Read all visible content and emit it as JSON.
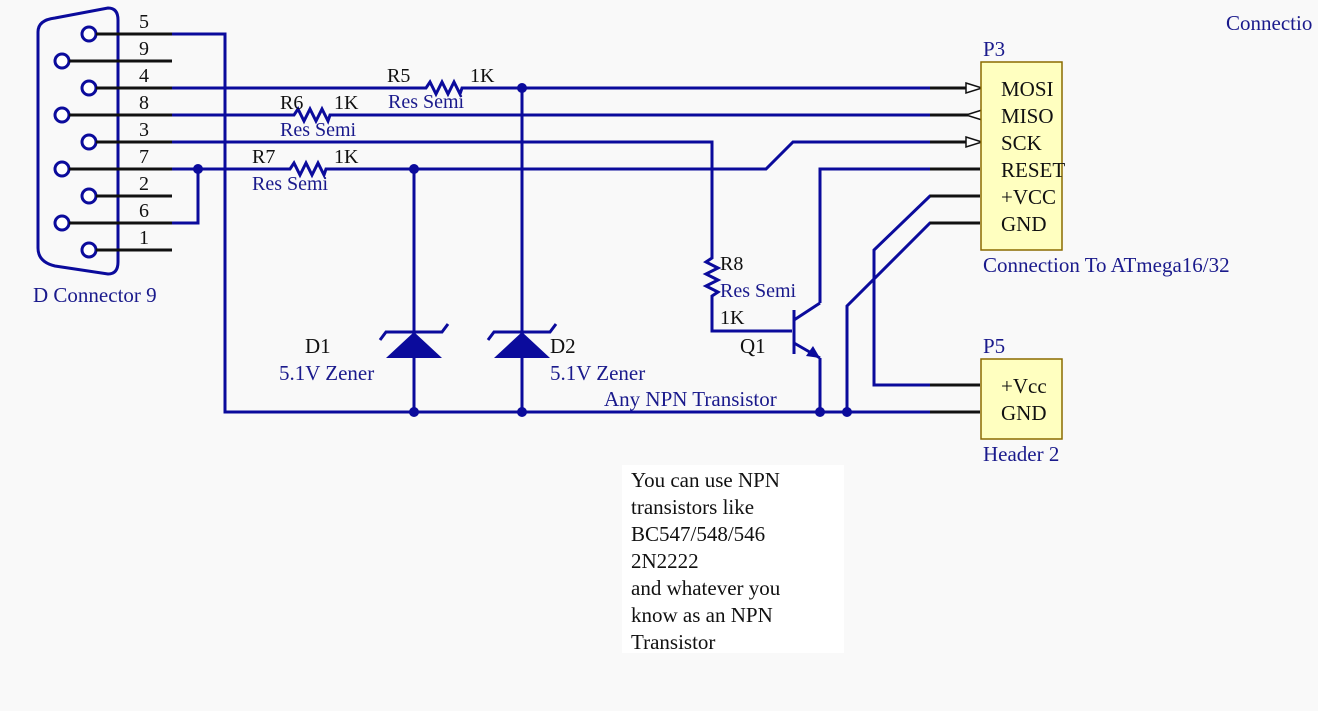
{
  "corner_title": "Connectio",
  "d_connector": {
    "label": "D Connector 9",
    "pins": [
      "5",
      "9",
      "4",
      "8",
      "3",
      "7",
      "2",
      "6",
      "1"
    ]
  },
  "resistors": {
    "r5": {
      "ref": "R5",
      "value": "1K",
      "type": "Res Semi"
    },
    "r6": {
      "ref": "R6",
      "value": "1K",
      "type": "Res Semi"
    },
    "r7": {
      "ref": "R7",
      "value": "1K",
      "type": "Res Semi"
    },
    "r8": {
      "ref": "R8",
      "value": "1K",
      "type": "Res Semi"
    }
  },
  "diodes": {
    "d1": {
      "ref": "D1",
      "value": "5.1V Zener"
    },
    "d2": {
      "ref": "D2",
      "value": "5.1V Zener"
    }
  },
  "transistor": {
    "ref": "Q1",
    "value": "Any NPN Transistor"
  },
  "p3": {
    "ref": "P3",
    "pins": [
      "MOSI",
      "MISO",
      "SCK",
      "RESET",
      "+VCC",
      "GND"
    ],
    "caption": "Connection To ATmega16/32"
  },
  "p5": {
    "ref": "P5",
    "pins": [
      "+Vcc",
      "GND"
    ],
    "caption": "Header 2"
  },
  "note": {
    "lines": [
      "You can use NPN",
      "transistors like",
      "BC547/548/546",
      "2N2222",
      "and whatever you",
      "know as an NPN",
      "Transistor"
    ]
  },
  "colors": {
    "wire": "#0b0b9c",
    "header_fill": "#ffffc0",
    "header_border": "#8b6b00",
    "label": "#1a1a8c"
  }
}
